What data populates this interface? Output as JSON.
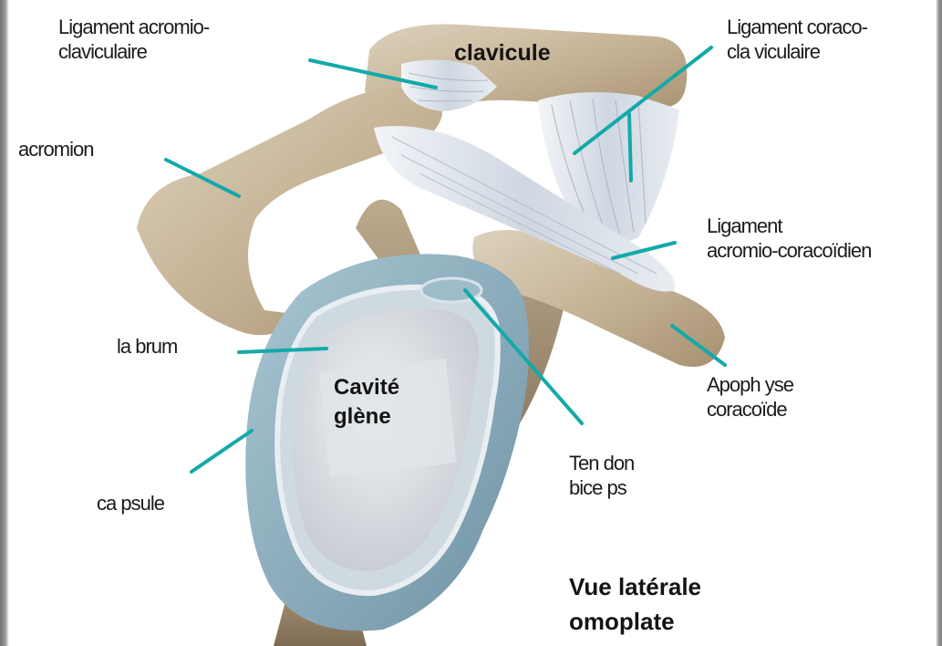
{
  "labels": {
    "ligament_acromio_claviculaire": "Ligament acromio-\nclaviculaire",
    "clavicule": "clavicule",
    "ligament_coraco_claviculaire": "Ligament coraco-\ncla viculaire",
    "acromion": "acromion",
    "ligament_acromio_coracoidien": "Ligament\nacromio-coracoïdien",
    "labrum": "la brum",
    "cavite_glene": "Cavité\nglène",
    "apophyse_coracoide": "Apoph yse\ncoracoïde",
    "tendon_biceps": "Ten don\nbice ps",
    "capsule": "ca psule",
    "view_title": "Vue latérale\nomoplate"
  },
  "colors": {
    "leader_line": "#13a9a9",
    "bone": "#c9b9a0",
    "ligament": "#dde4ec",
    "capsule": "#8fb0bf",
    "glenoid": "#d9dde3"
  }
}
